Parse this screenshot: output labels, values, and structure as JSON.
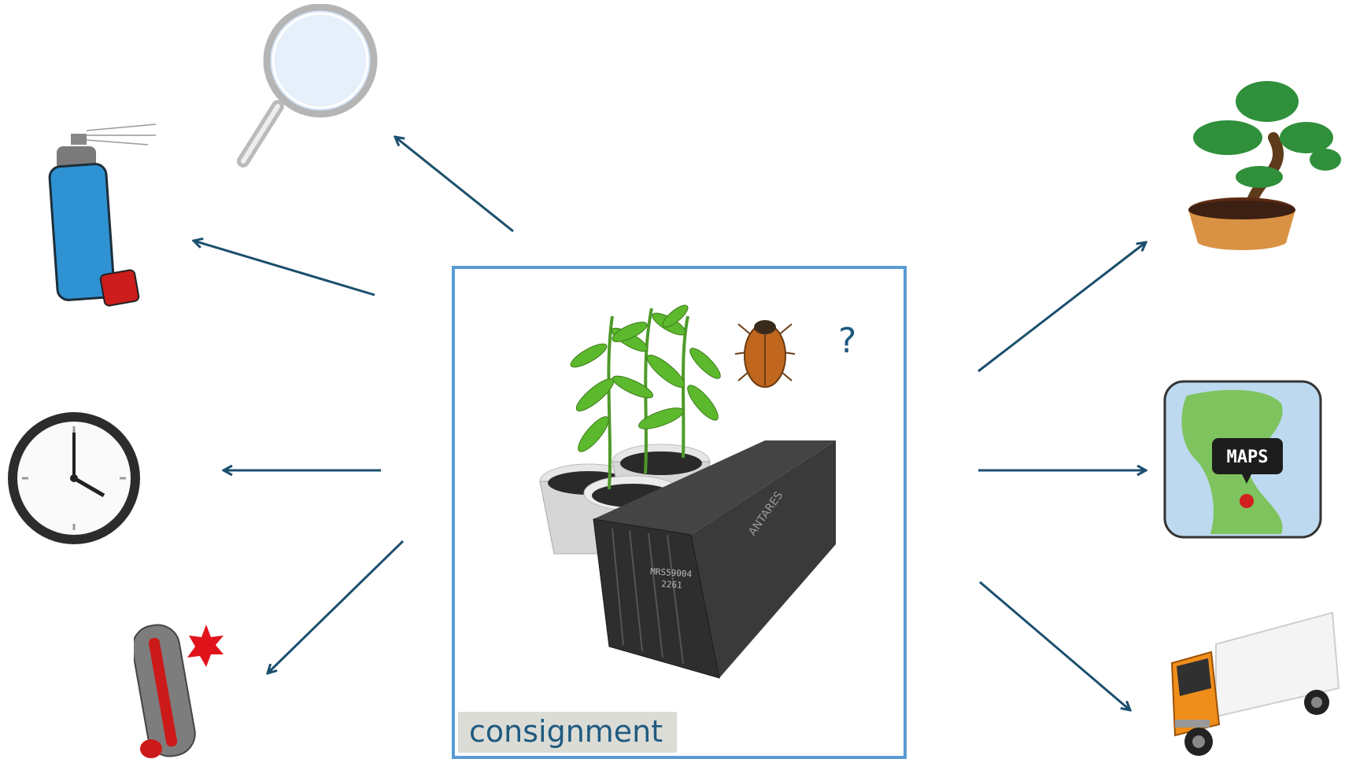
{
  "diagram": {
    "center": {
      "label": "consignment",
      "question_mark": "?",
      "illustrations": [
        "potted-seedlings",
        "beetle",
        "shipping-container"
      ],
      "container_markings": [
        "MRS59004",
        "2261",
        "ANTARES"
      ]
    },
    "left_nodes": [
      "magnifier-icon",
      "spray-can-icon",
      "clock-icon",
      "thermometer-icon"
    ],
    "right_nodes": [
      "bonsai-tree-icon",
      "maps-icon",
      "delivery-truck-icon"
    ],
    "maps_icon_text": "MAPS",
    "colors": {
      "arrow": "#1b4f6e",
      "box_border": "#5a9bd3",
      "label_bg": "#dcdcd6",
      "label_text": "#1f5a80"
    }
  }
}
